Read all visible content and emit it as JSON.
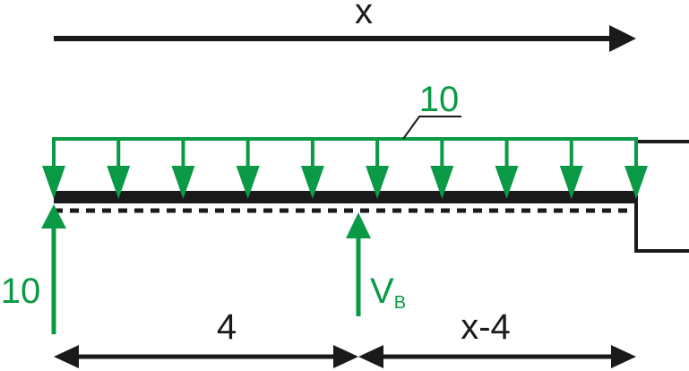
{
  "colors": {
    "load": "#0a9a45",
    "ink": "#1a1a1a",
    "background": "#ffffff"
  },
  "labels": {
    "x_axis": "x",
    "distributed_load": "10",
    "reaction_left": "10",
    "reaction_b_main": "V",
    "reaction_b_sub": "B",
    "dim_left": "4",
    "dim_right": "x-4"
  }
}
